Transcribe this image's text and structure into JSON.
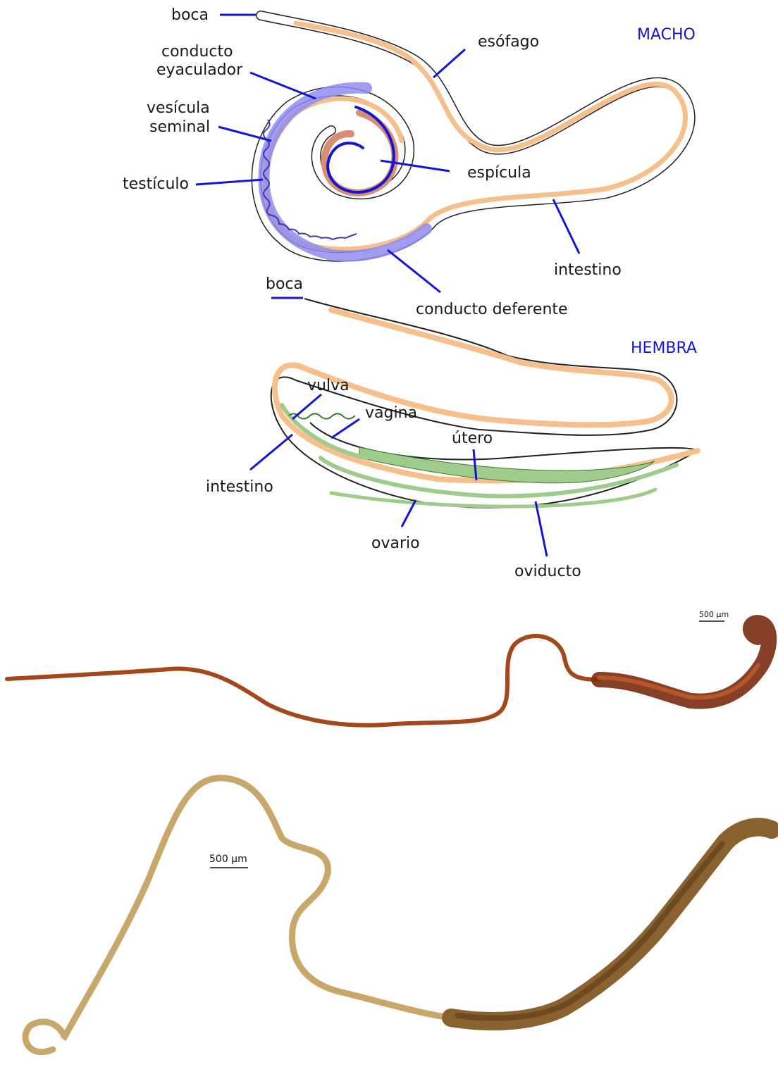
{
  "male": {
    "sex_label": "MACHO",
    "labels": {
      "boca": "boca",
      "esofago": "esófago",
      "conducto_eyaculador_1": "conducto",
      "conducto_eyaculador_2": "eyaculador",
      "vesicula_1": "vesícula",
      "vesicula_2": "seminal",
      "testiculo": "testículo",
      "espicula": "espícula",
      "intestino": "intestino",
      "conducto_deferente": "conducto deferente"
    }
  },
  "female": {
    "sex_label": "HEMBRA",
    "labels": {
      "boca": "boca",
      "vulva": "vulva",
      "vagina": "vagina",
      "utero": "útero",
      "intestino": "intestino",
      "ovario": "ovario",
      "oviducto": "oviducto"
    }
  },
  "photos": {
    "male_scale": "500 µm",
    "female_scale": "500 µm"
  },
  "colors": {
    "pointer": "#1515d6",
    "gut": "#f6c08c",
    "male_repro": "#8f8cf0",
    "spicule": "#d98e74",
    "female_repro": "#9fcb8c",
    "male_photo": "#a4471c",
    "female_photo": "#b38a4e"
  }
}
